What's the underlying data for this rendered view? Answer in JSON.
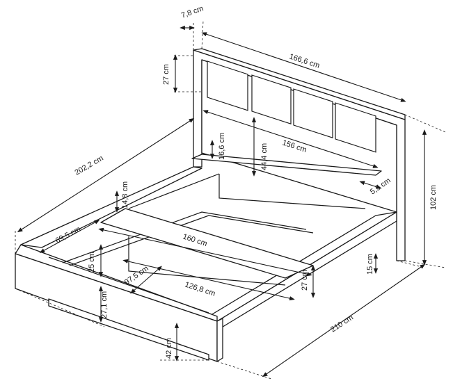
{
  "title": "Bed dimensions diagram",
  "colors": {
    "line": "#1a1a1a",
    "background": "#ffffff"
  },
  "dimensions": {
    "headboard_depth": "7,8 cm",
    "headboard_width": "166,6 cm",
    "headboard_top": "27 cm",
    "shelf_gap": "16,6 cm",
    "cushion_height": "44,4 cm",
    "shelf_width": "156 cm",
    "shelf_depth": "5,5 cm",
    "total_height": "102 cm",
    "side_length": "202,2 cm",
    "rail_height": "14,8 cm",
    "storage_depth": "69,5 cm",
    "mattress_width": "160 cm",
    "storage_height": "25 cm",
    "storage_width": "97,5 cm",
    "storage_length": "126,8 cm",
    "side_height": "27 cm",
    "leg_clearance": "15 cm",
    "foot_height": "27,1 cm",
    "ground_clearance": "42 cm",
    "total_length": "210 cm"
  }
}
